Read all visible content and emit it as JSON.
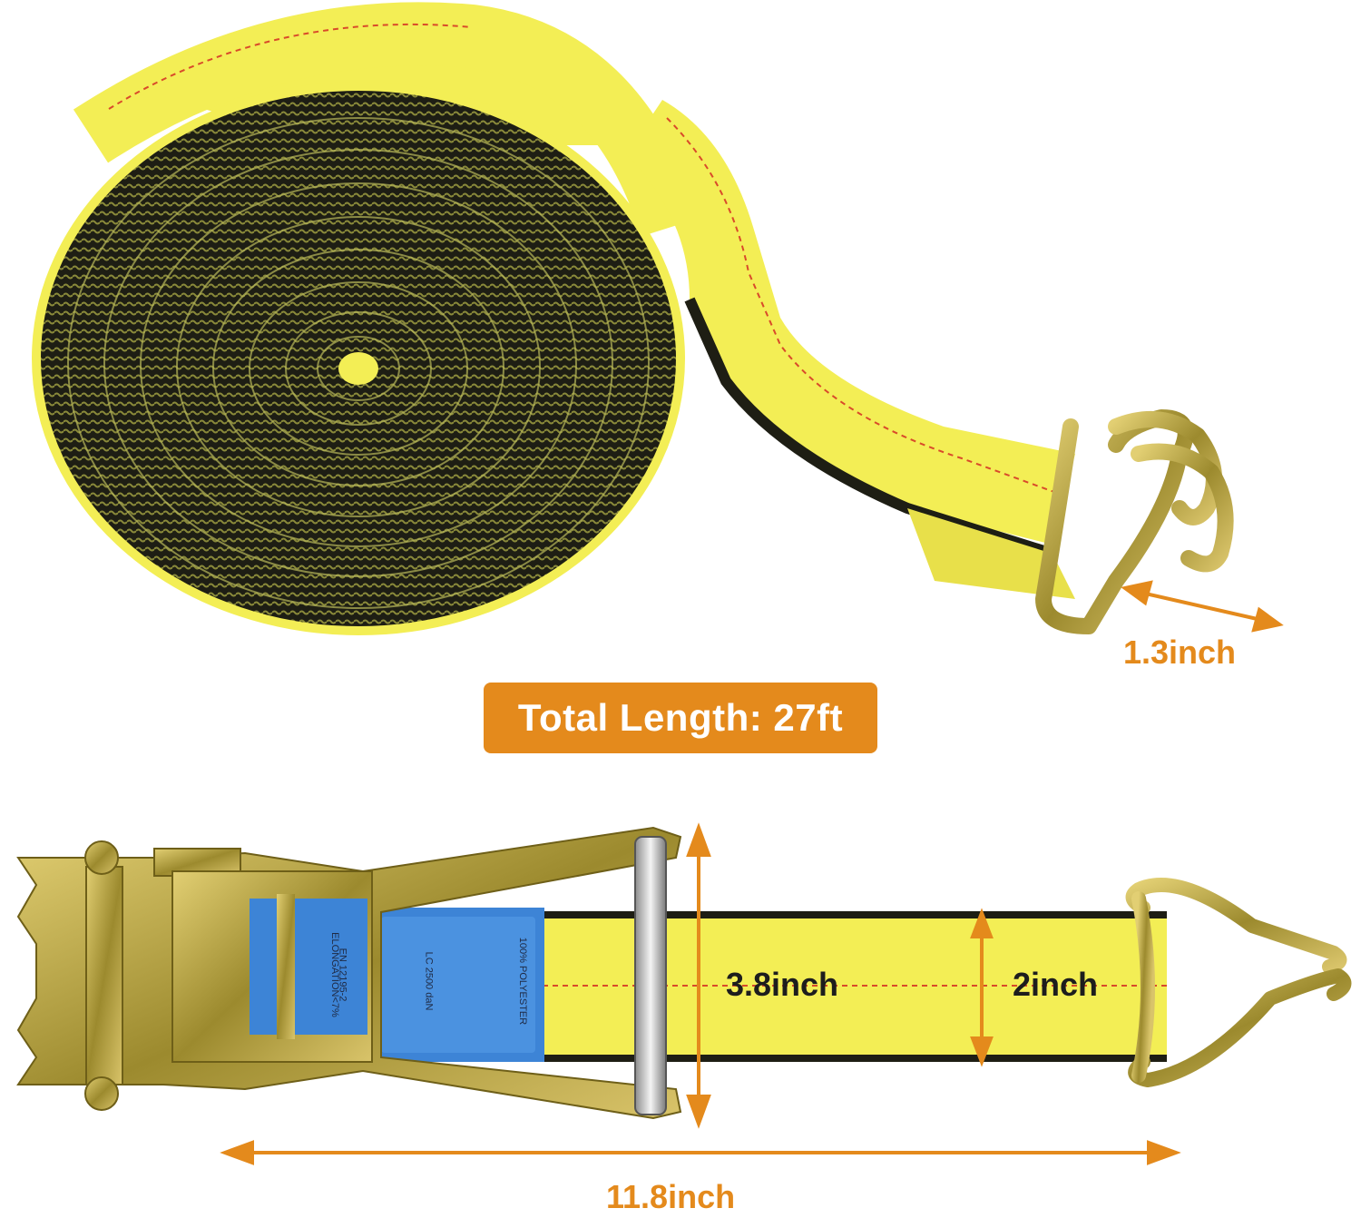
{
  "total_length_label": "Total Length: 27ft",
  "dimensions": {
    "hook_width": "1.3inch",
    "ratchet_height": "3.8inch",
    "strap_width": "2inch",
    "assembly_length": "11.8inch"
  },
  "label_tag": {
    "line1": "100% POLYESTER",
    "line2": "LC 2500 daN",
    "line3": "ELONGATION<7%",
    "line4": "EN 12195-2"
  },
  "colors": {
    "strap_yellow": "#f3ee55",
    "strap_black": "#1e1e14",
    "metal_gold": "#b9a13e",
    "accent_orange": "#e48a1c",
    "tag_blue": "#3d84d6"
  },
  "icons": {
    "arrow": "double-headed-dimension-arrow",
    "hook": "double-j-hook"
  }
}
